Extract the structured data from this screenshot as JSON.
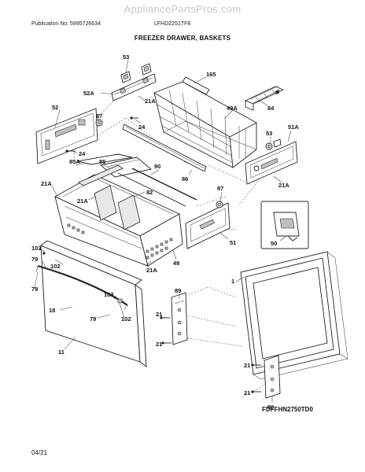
{
  "watermark": "AppliancePartsPros.com",
  "header": {
    "publication": "Publication No: 5995726634",
    "model": "LFHD2251TF8",
    "title": "FREEZER DRAWER, BASKETS"
  },
  "footer": {
    "date": "04/21",
    "drawing_code": "FDFFHN2750TD0"
  },
  "callouts": {
    "c53a": "53",
    "c52a": "52A",
    "c21a_top": "21A",
    "c165": "165",
    "c49a": "49A",
    "c84": "84",
    "c52": "52",
    "c87a": "87",
    "c24a": "24",
    "c24b": "24",
    "c85a": "85A",
    "c85": "85",
    "c90": "90",
    "c86": "86",
    "c53b": "53",
    "c51a": "51A",
    "c21a_right": "21A",
    "c21a_left": "21A",
    "c21a_basket": "21A",
    "c82": "82",
    "c87b": "87",
    "c51": "51",
    "c50": "50",
    "c49": "49",
    "c21a_bottom": "21A",
    "c103a": "103",
    "c79a": "79",
    "c102a": "102",
    "c103b": "103",
    "c18": "18",
    "c79b": "79",
    "c102b": "102",
    "c11": "11",
    "c89a": "89",
    "c21_a": "21",
    "c21_b": "21",
    "c1": "1",
    "c21_c": "21",
    "c21_d": "21",
    "c89b": "89"
  }
}
